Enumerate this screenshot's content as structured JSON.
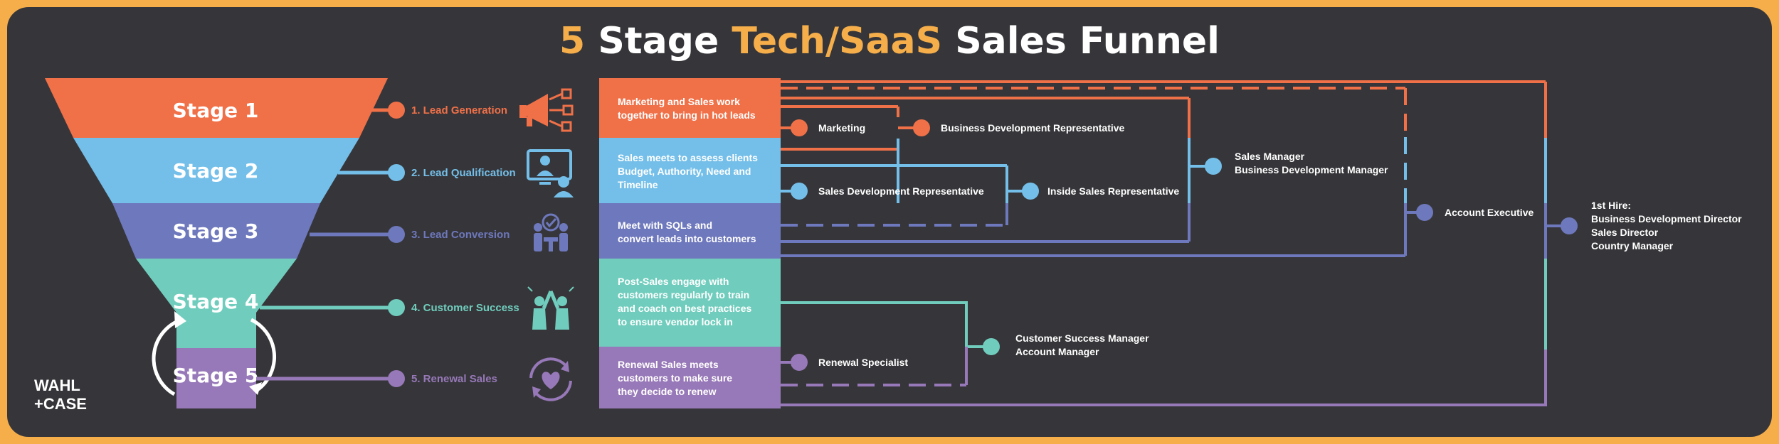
{
  "title": {
    "num": "5",
    "mid": "Stage",
    "accent": "Tech/SaaS",
    "end": "Sales Funnel"
  },
  "stages": [
    {
      "label": "Stage 1",
      "name": "1.  Lead Generation",
      "color": "#f07048"
    },
    {
      "label": "Stage 2",
      "name": "2.  Lead Qualification",
      "color": "#74bfe9"
    },
    {
      "label": "Stage 3",
      "name": "3.  Lead Conversion",
      "color": "#6e78bc"
    },
    {
      "label": "Stage 4",
      "name": "4.  Customer Success",
      "color": "#70cdbd"
    },
    {
      "label": "Stage 5",
      "name": "5.  Renewal Sales",
      "color": "#9778b8"
    }
  ],
  "icons": [
    "megaphone-icon",
    "video-call-icon",
    "meeting-icon",
    "high-five-icon",
    "heart-cycle-icon"
  ],
  "descriptions": [
    [
      "Marketing and Sales work",
      "together to bring in hot leads"
    ],
    [
      "Sales meets to assess clients",
      "Budget, Authority, Need and",
      "Timeline"
    ],
    [
      "Meet with SQLs and",
      "convert leads into customers"
    ],
    [
      "Post-Sales engage with",
      "customers regularly to train",
      "and coach on best practices",
      "to ensure vendor lock in"
    ],
    [
      "Renewal Sales meets",
      "customers to make sure",
      "they decide to renew"
    ]
  ],
  "roles": {
    "marketing": "Marketing",
    "bdr": "Business Development Representative",
    "sdr": "Sales Development Representative",
    "isr": "Inside Sales Representative",
    "sales_manager": [
      "Sales Manager",
      "Business Development Manager"
    ],
    "account_executive": "Account Executive",
    "first_hire": [
      "1st Hire:",
      "Business Development Director",
      "Sales Director",
      "Country Manager"
    ],
    "csm": [
      "Customer Success Manager",
      "Account Manager"
    ],
    "renewal": "Renewal Specialist"
  },
  "logo": [
    "WAHL",
    "+CASE"
  ],
  "colors": {
    "background": "#36363a",
    "border": "#f5ae4a",
    "accent": "#f5ae4a"
  }
}
